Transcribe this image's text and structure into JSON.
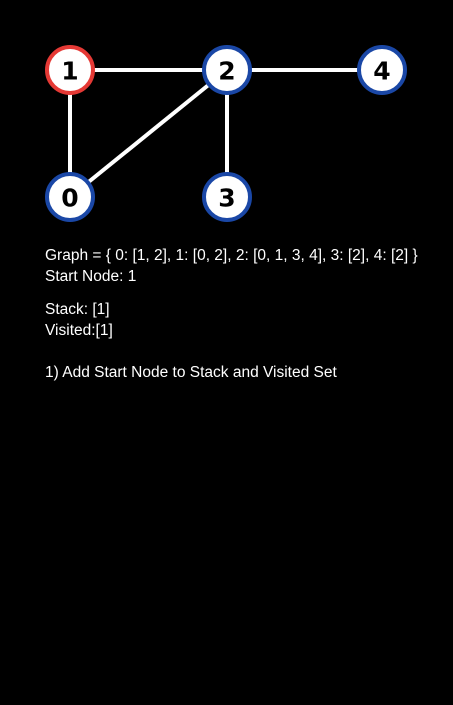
{
  "graph": {
    "nodes": [
      {
        "id": "0",
        "label": "0",
        "state": "unvisited"
      },
      {
        "id": "1",
        "label": "1",
        "state": "start"
      },
      {
        "id": "2",
        "label": "2",
        "state": "unvisited"
      },
      {
        "id": "3",
        "label": "3",
        "state": "unvisited"
      },
      {
        "id": "4",
        "label": "4",
        "state": "unvisited"
      }
    ],
    "edges": [
      [
        "1",
        "2"
      ],
      [
        "2",
        "4"
      ],
      [
        "1",
        "0"
      ],
      [
        "2",
        "0"
      ],
      [
        "2",
        "3"
      ]
    ],
    "colors": {
      "start_border": "#e53935",
      "default_border": "#1a47a6",
      "node_fill": "#ffffff",
      "edge": "#ffffff"
    }
  },
  "info": {
    "graph_text": "Graph = { 0: [1, 2], 1: [0, 2], 2: [0, 1, 3, 4], 3: [2], 4: [2] }",
    "start_node_text": "Start Node: 1",
    "stack_text": "Stack: [1]",
    "visited_text": "Visited:[1]",
    "step_text": "1) Add Start Node to Stack and Visited Set"
  }
}
